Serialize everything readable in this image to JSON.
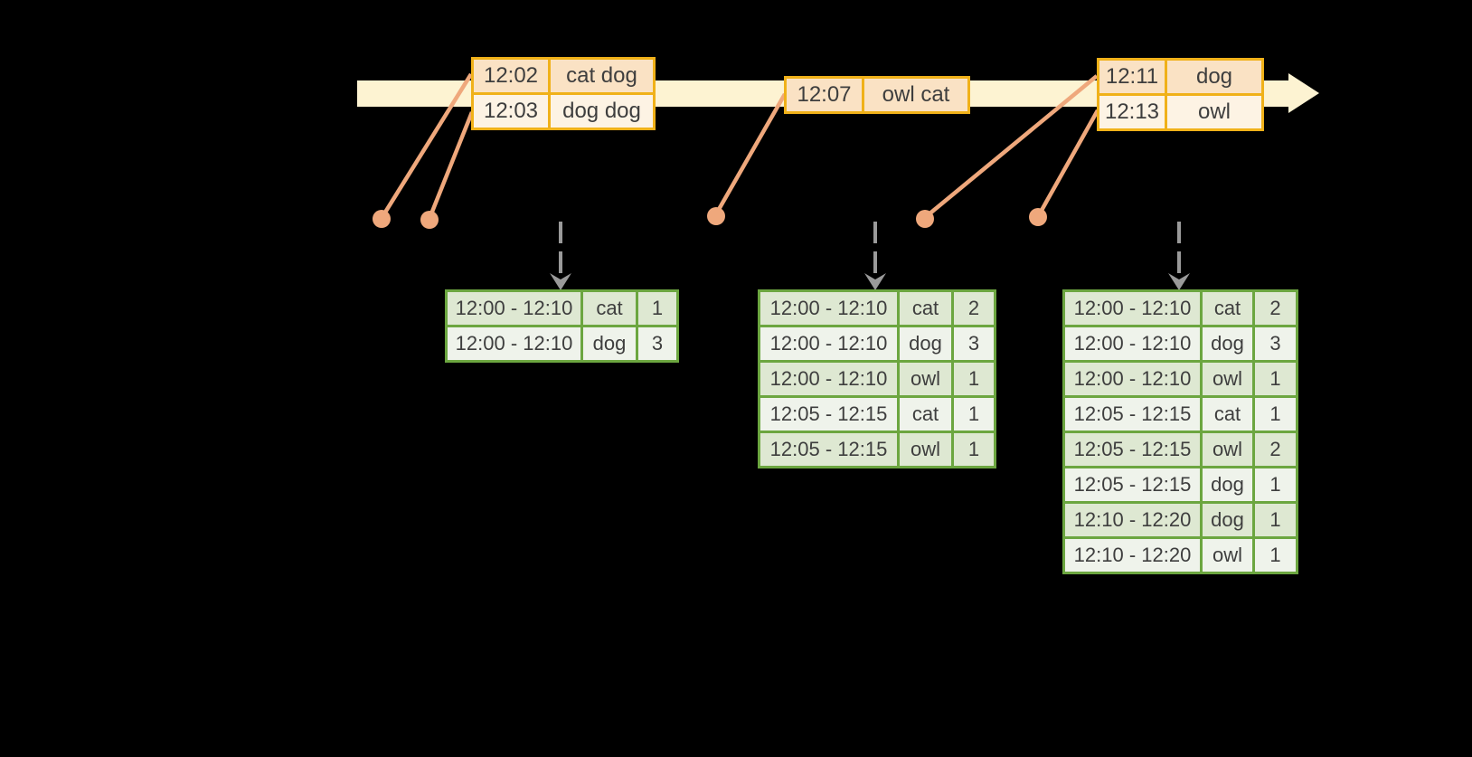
{
  "colors": {
    "background": "#000000",
    "timeline_fill": "#fdf3d2",
    "event_table_border": "#f0b119",
    "event_row_dark": "#fae2c4",
    "event_row_light": "#fdf3e4",
    "connector": "#efa87c",
    "snapshot_arrow": "#9a9a9a",
    "result_table_border": "#6ca640",
    "result_row_dark": "#dee8d2",
    "result_row_light": "#eff3eb",
    "text": "#3e3e3e"
  },
  "timeline": {
    "arrow_icon": "right-arrow-icon",
    "event_tables": [
      {
        "rows": [
          {
            "time": "12:02",
            "events": "cat dog"
          },
          {
            "time": "12:03",
            "events": "dog dog"
          }
        ]
      },
      {
        "rows": [
          {
            "time": "12:07",
            "events": "owl cat"
          }
        ]
      },
      {
        "rows": [
          {
            "time": "12:11",
            "events": "dog"
          },
          {
            "time": "12:13",
            "events": "owl"
          }
        ]
      }
    ]
  },
  "snapshots": [
    {
      "rows": [
        {
          "window": "12:00 - 12:10",
          "key": "cat",
          "count": "1"
        },
        {
          "window": "12:00 - 12:10",
          "key": "dog",
          "count": "3"
        }
      ]
    },
    {
      "rows": [
        {
          "window": "12:00 - 12:10",
          "key": "cat",
          "count": "2"
        },
        {
          "window": "12:00 - 12:10",
          "key": "dog",
          "count": "3"
        },
        {
          "window": "12:00 - 12:10",
          "key": "owl",
          "count": "1"
        },
        {
          "window": "12:05 - 12:15",
          "key": "cat",
          "count": "1"
        },
        {
          "window": "12:05 - 12:15",
          "key": "owl",
          "count": "1"
        }
      ]
    },
    {
      "rows": [
        {
          "window": "12:00 - 12:10",
          "key": "cat",
          "count": "2"
        },
        {
          "window": "12:00 - 12:10",
          "key": "dog",
          "count": "3"
        },
        {
          "window": "12:00 - 12:10",
          "key": "owl",
          "count": "1"
        },
        {
          "window": "12:05 - 12:15",
          "key": "cat",
          "count": "1"
        },
        {
          "window": "12:05 - 12:15",
          "key": "owl",
          "count": "2"
        },
        {
          "window": "12:05 - 12:15",
          "key": "dog",
          "count": "1"
        },
        {
          "window": "12:10 - 12:20",
          "key": "dog",
          "count": "1"
        },
        {
          "window": "12:10 - 12:20",
          "key": "owl",
          "count": "1"
        }
      ]
    }
  ]
}
